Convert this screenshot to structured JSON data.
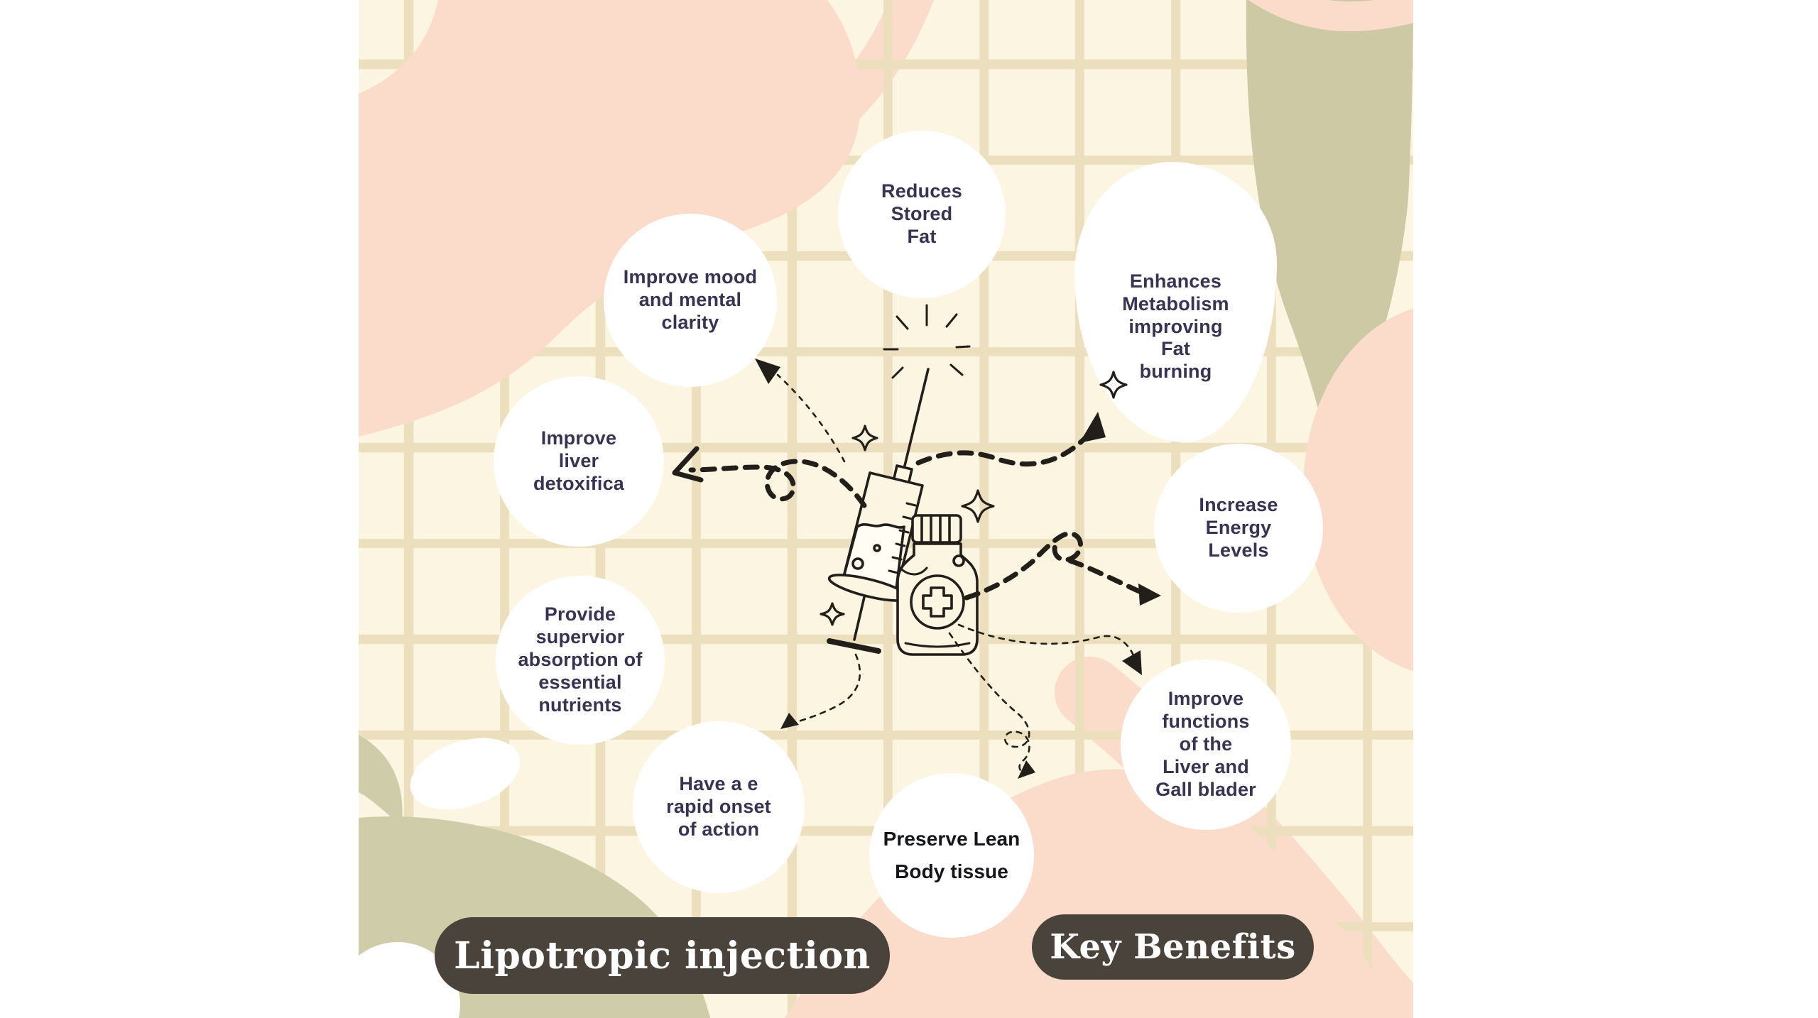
{
  "title": "Lipotropic injection — Key Benefits infographic",
  "badges": {
    "left_label": "Lipotropic injection",
    "right_label": "Key Benefits"
  },
  "benefits": [
    {
      "id": "reduces-stored-fat",
      "label": "Reduces\nStored\nFat"
    },
    {
      "id": "improve-mood",
      "label": "Improve mood\nand mental\nclarity"
    },
    {
      "id": "enhances-metabolism",
      "label": "Enhances\nMetabolism\nimproving\nFat\nburning"
    },
    {
      "id": "improve-liver-detox",
      "label": "Improve\nliver\ndetoxifica"
    },
    {
      "id": "increase-energy",
      "label": "Increase\nEnergy\nLevels"
    },
    {
      "id": "superior-absorption",
      "label": "Provide\nsupervior\nabsorption of\nessential\nnutrients"
    },
    {
      "id": "liver-gallbladder",
      "label": "Improve\nfunctions\nof the\nLiver and\nGall blader"
    },
    {
      "id": "rapid-onset",
      "label": "Have a e\nrapid onset\nof action"
    },
    {
      "id": "preserve-lean-body-tissue",
      "label": "Preserve Lean\nBody tissue"
    }
  ],
  "illustration": {
    "items": [
      "syringe",
      "medicine-bottle",
      "sparkles",
      "starburst",
      "dashed-arrows"
    ]
  },
  "colors": {
    "canvas_margin": "#ffffff",
    "paper": "#fbf5e2",
    "grid_line": "#ecdfbd",
    "pink_blob": "#fbdccb",
    "olive_blob": "#cdc9a4",
    "olive_blob_bottom": "#cfccaa",
    "bubble_text": "#373352",
    "line_art": "#221e19",
    "badge_bg": "#4a433b",
    "badge_text": "#ffffff"
  }
}
